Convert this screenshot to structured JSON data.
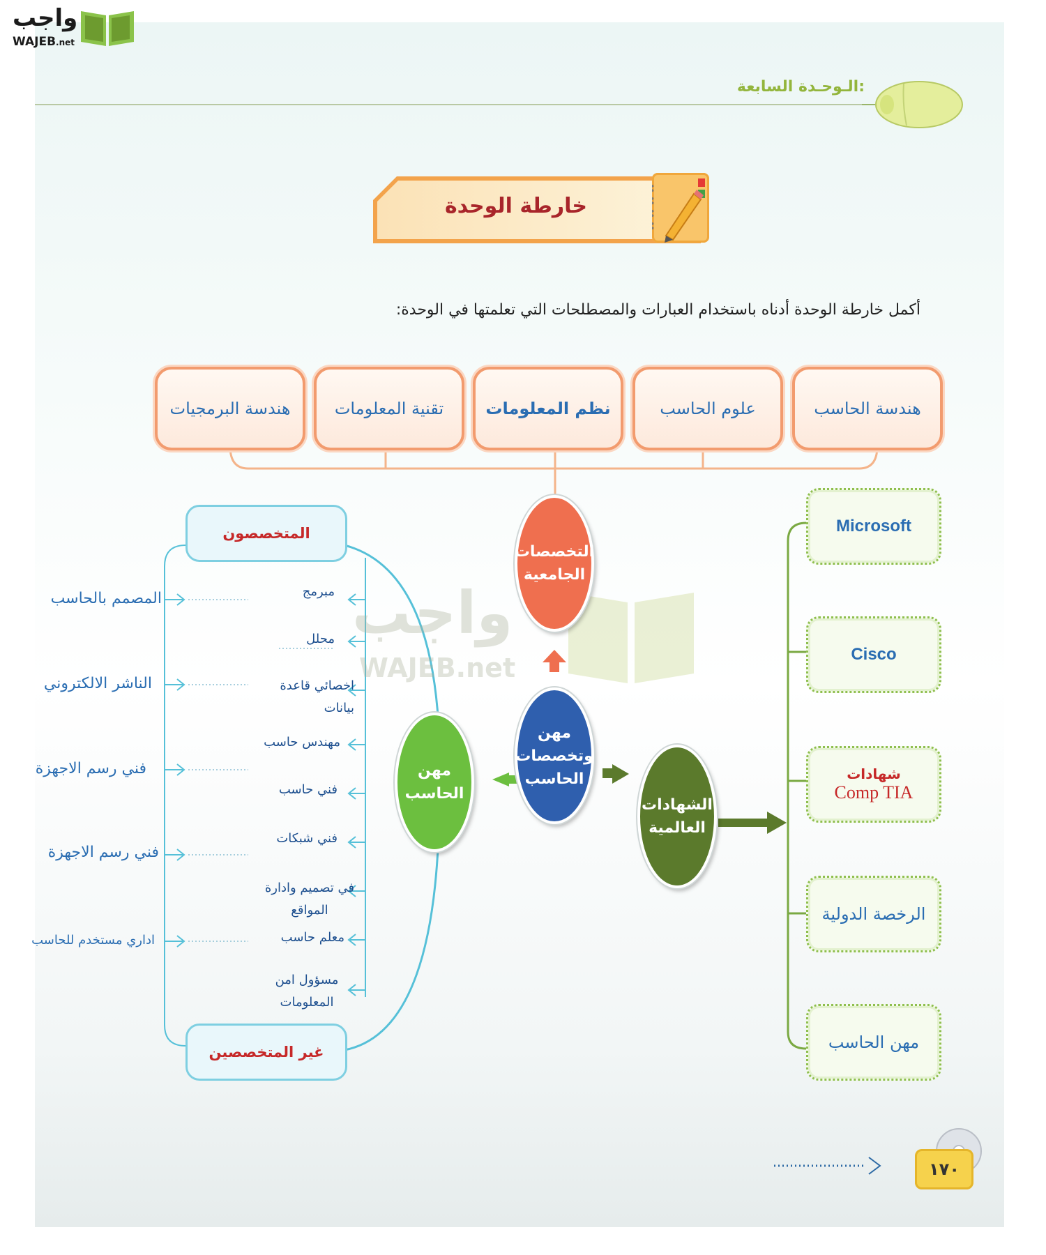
{
  "logo": {
    "arabic": "واجب",
    "latin": "WAJEB",
    "suffix": ".net"
  },
  "header": {
    "unit_title": "الـوحـدة السابعة:"
  },
  "banner": {
    "title": "خارطة الوحدة"
  },
  "instruction": "أكمل خارطة الوحدة أدناه باستخدام العبارات والمصطلحات التي تعلمتها في الوحدة:",
  "top_boxes": [
    "هندسة الحاسب",
    "علوم الحاسب",
    "نظم المعلومات",
    "تقنية المعلومات",
    "هندسة البرمجيات"
  ],
  "center": {
    "university": "التخصصات الجامعية",
    "core": "مهن وتخصصات الحاسب",
    "careers": "مهن الحاسب",
    "certs": "الشهادات العالمية"
  },
  "right_boxes": [
    {
      "line1": "Microsoft"
    },
    {
      "line1": "Cisco"
    },
    {
      "line1": "شهادات",
      "line2": "Comp TIA"
    },
    {
      "line1": "الرخصة الدولية"
    },
    {
      "line1": "مهن الحاسب"
    }
  ],
  "groups": {
    "specialists": "المتخصصون",
    "non_specialists": "غير المتخصصين"
  },
  "specialist_items": [
    "مبرمج",
    "محلل",
    "اخصائي قاعدة بيانات",
    "مهندس حاسب",
    "فني حاسب",
    "فني شبكات",
    "في تصميم وادارة المواقع",
    "معلم حاسب",
    "مسؤول امن المعلومات"
  ],
  "non_specialist_items": [
    "المصمم بالحاسب",
    "الناشر الالكتروني",
    "فني رسم الاجهزة",
    "فني رسم الاجهزة",
    "اداري مستخدم للحاسب"
  ],
  "watermark": {
    "arabic": "واجب",
    "latin": "WAJEB.net"
  },
  "page_number": "١٧٠",
  "colors": {
    "university": "#ef6f4f",
    "core": "#2f5fae",
    "careers": "#6cbf3f",
    "certs": "#5b7a2c",
    "box_border": "#f29b6e",
    "accent_red": "#a8252a"
  }
}
